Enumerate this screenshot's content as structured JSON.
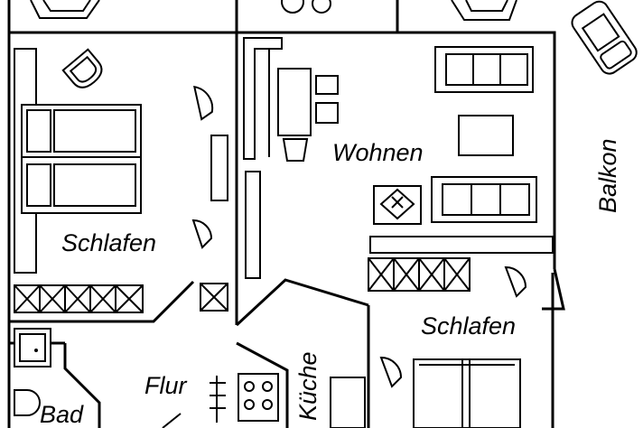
{
  "rooms": {
    "schlafen_left": "Schlafen",
    "wohnen": "Wohnen",
    "balkon": "Balkon",
    "schlafen_right": "Schlafen",
    "kueche": "Küche",
    "flur": "Flur",
    "bad": "Bad"
  },
  "colors": {
    "line": "#000000",
    "background": "#ffffff"
  }
}
